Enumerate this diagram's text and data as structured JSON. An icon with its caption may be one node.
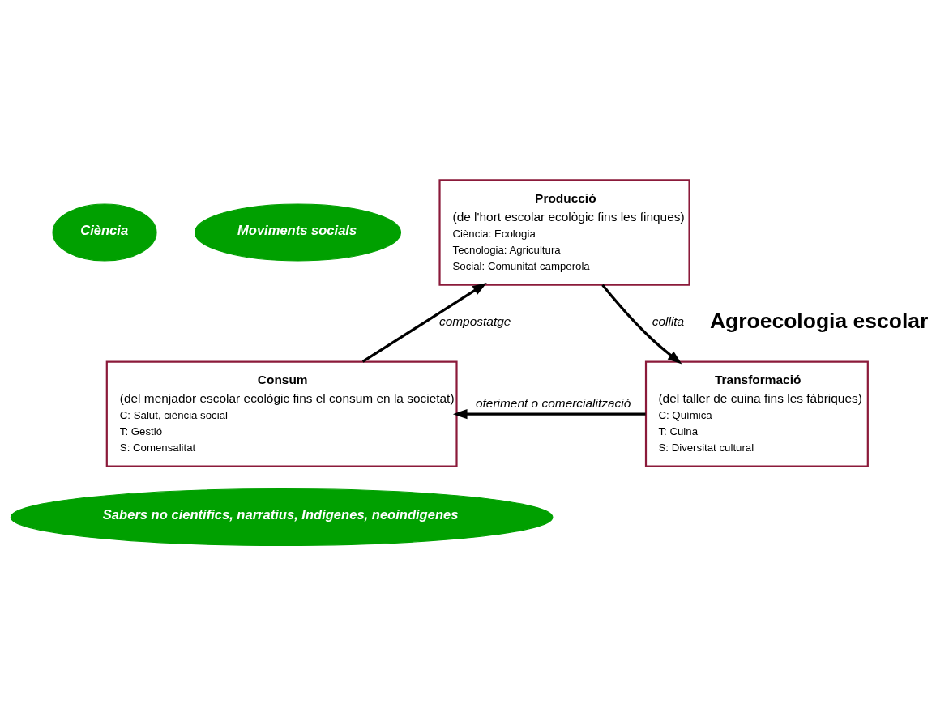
{
  "diagram": {
    "nodes": [
      {
        "text": [
          "Ciència"
        ]
      },
      {
        "text": [
          "Moviments socials"
        ]
      },
      {
        "text": [
          "Producció",
          "(de l'hort escolar ecològic fins les finques)",
          "Ciència: Ecologia",
          "Tecnologia: Agricultura",
          "Social: Comunitat camperola"
        ]
      },
      {
        "text": [
          "Agroecologia escolar"
        ]
      },
      {
        "text": [
          "Consum",
          "(del menjador escolar ecològic fins el consum en la societat)",
          "C: Salut, ciència social",
          "T: Gestió",
          "S: Comensalitat"
        ]
      },
      {
        "text": [
          "Transformació",
          "(del taller de cuina fins les fàbriques)",
          "C: Química",
          "T: Cuina",
          "S: Diversitat cultural"
        ]
      },
      {
        "text": [
          "Sabers no científics, narratius, Indígenes, neoindígenes"
        ]
      }
    ],
    "edges": [
      {
        "from": 4,
        "to": 2,
        "arrow": "to",
        "label": "compostatge"
      },
      {
        "from": 2,
        "to": 5,
        "arrow": "to",
        "label": "collita"
      },
      {
        "from": 5,
        "to": 4,
        "arrow": "to",
        "label": "oferiment o comercialització"
      }
    ]
  }
}
